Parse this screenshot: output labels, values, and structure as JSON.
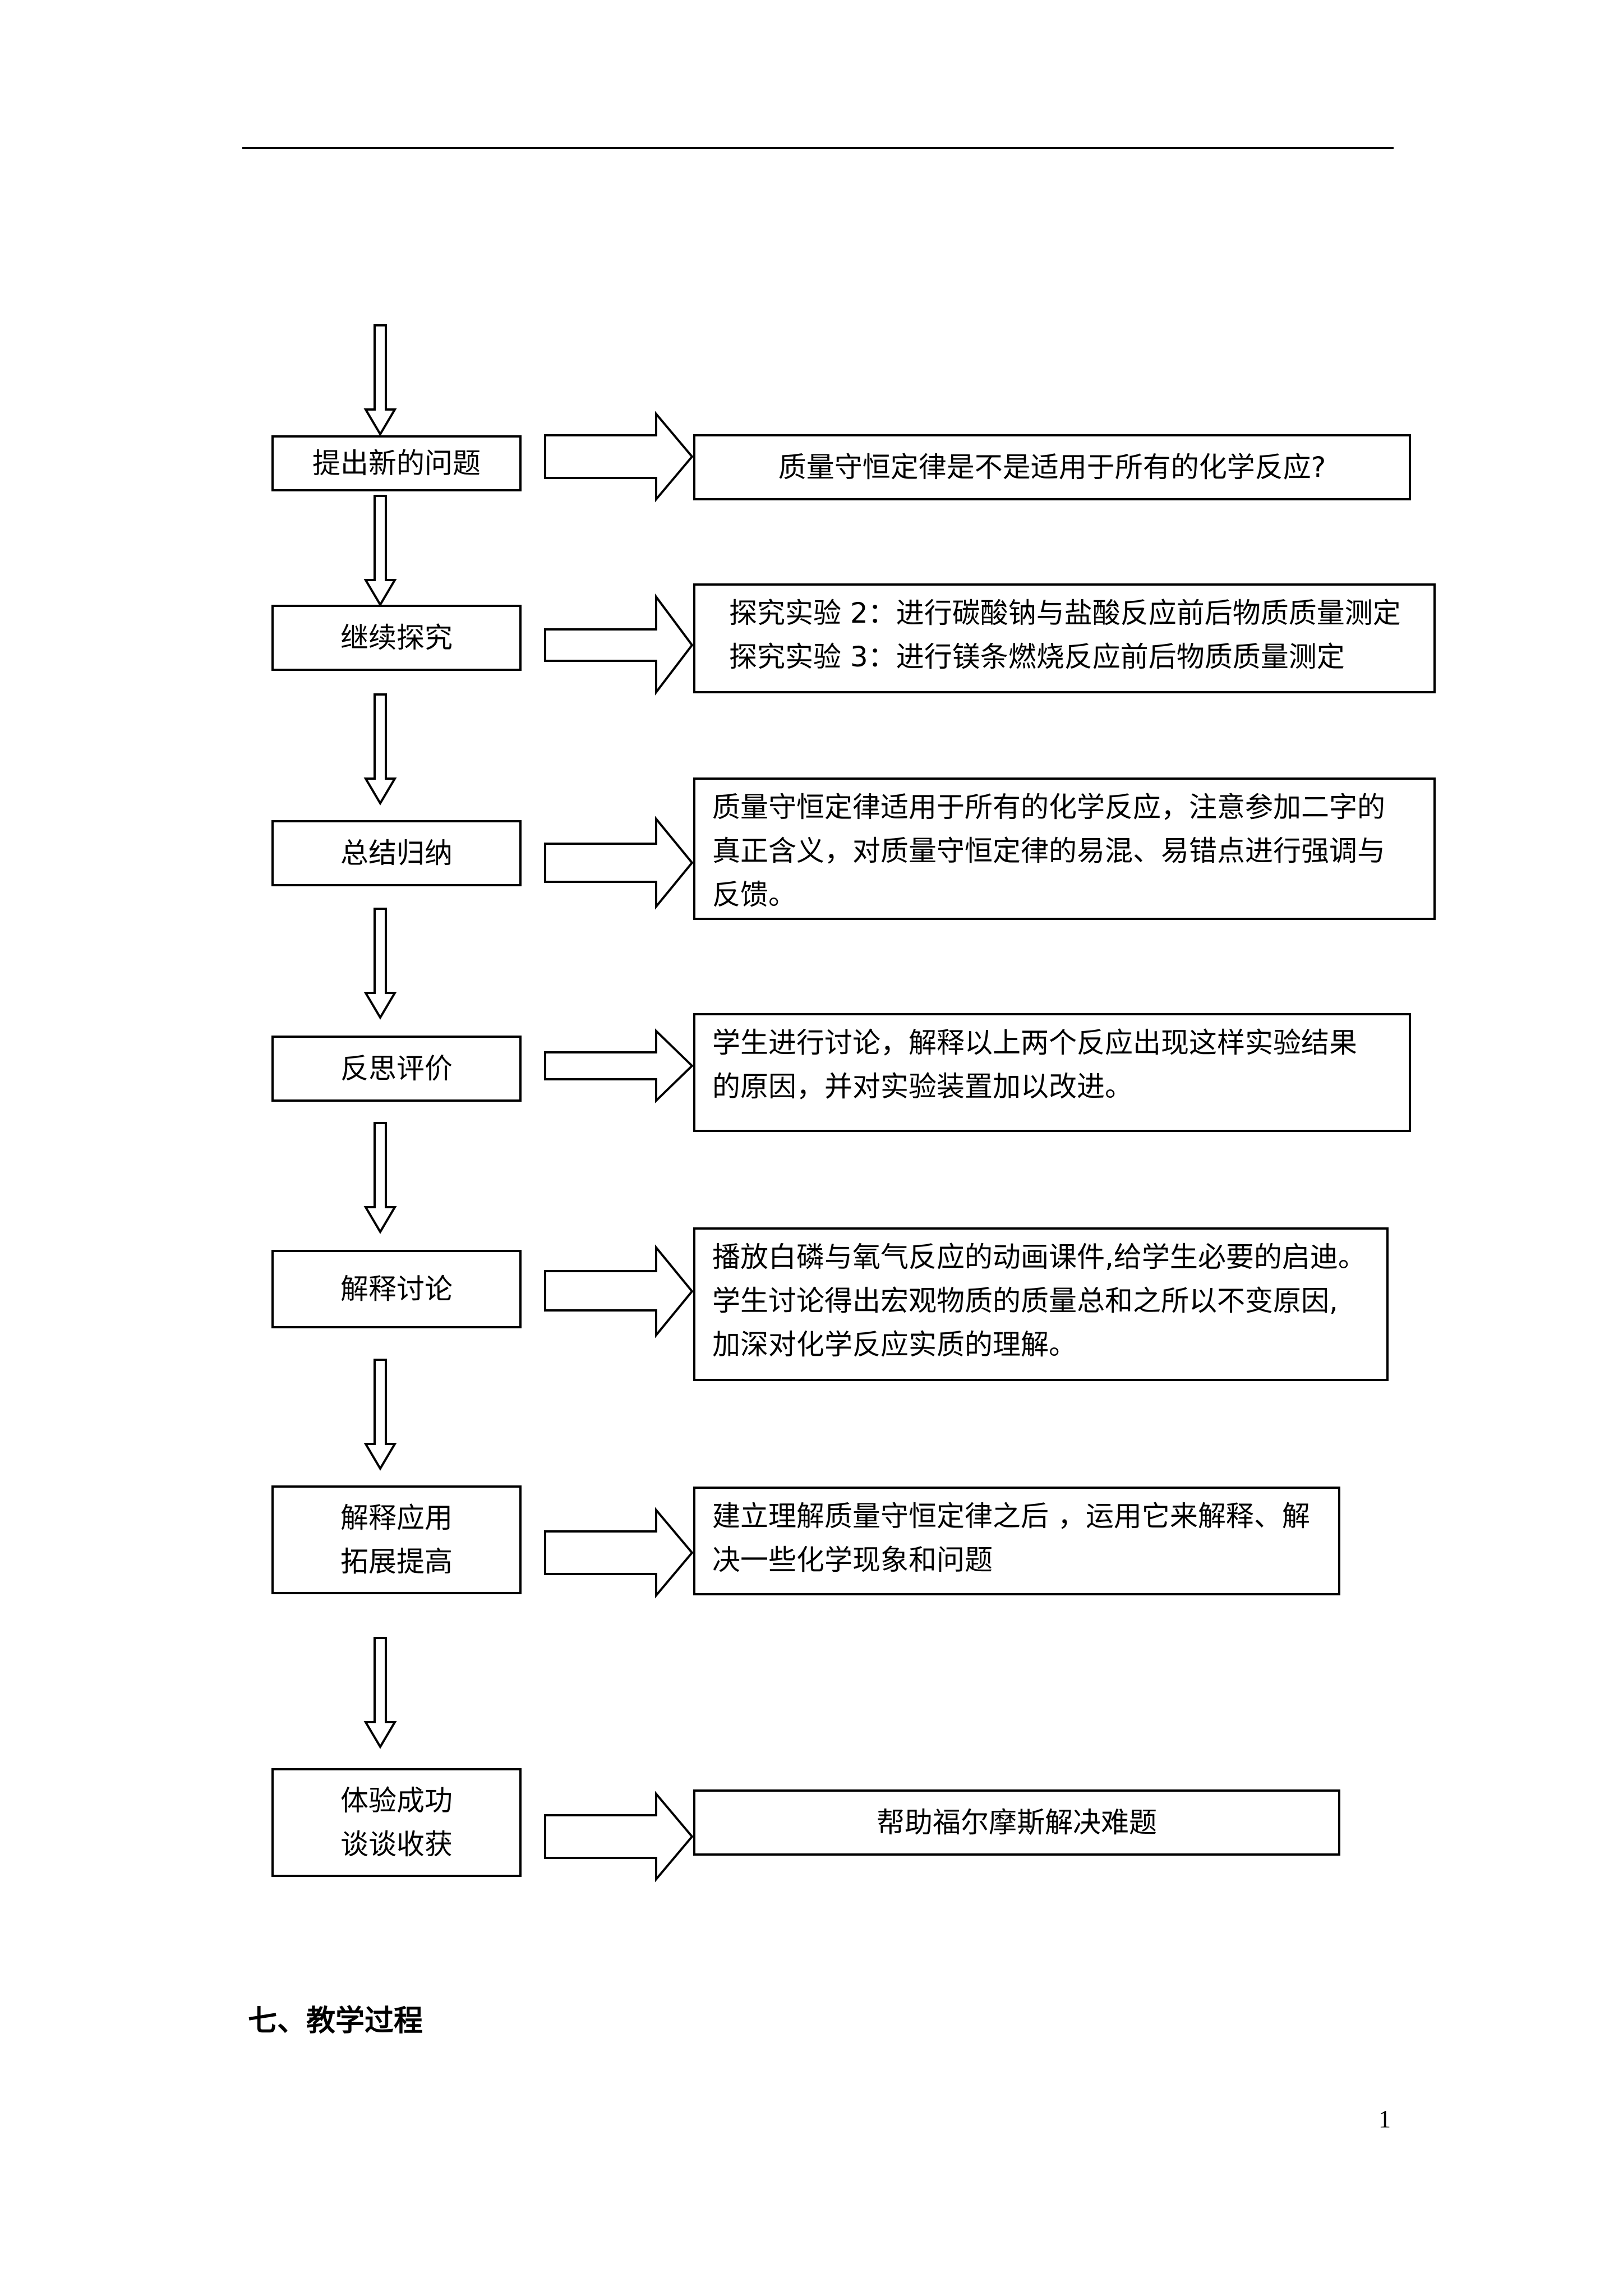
{
  "flow": [
    {
      "stage": [
        "提出新的问题"
      ],
      "detail": [
        "质量守恒定律是不是适用于所有的化学反应?"
      ]
    },
    {
      "stage": [
        "继续探究"
      ],
      "detail": [
        "探究实验 2：进行碳酸钠与盐酸反应前后物质质量测定",
        "探究实验 3：进行镁条燃烧反应前后物质质量测定"
      ]
    },
    {
      "stage": [
        "总结归纳"
      ],
      "detail": [
        "质量守恒定律适用于所有的化学反应，注意参加二字的",
        "真正含义，对质量守恒定律的易混、易错点进行强调与",
        "反馈。"
      ]
    },
    {
      "stage": [
        "反思评价"
      ],
      "detail": [
        "学生进行讨论，解释以上两个反应出现这样实验结果",
        "的原因，并对实验装置加以改进。"
      ]
    },
    {
      "stage": [
        "解释讨论"
      ],
      "detail": [
        "播放白磷与氧气反应的动画课件,给学生必要的启迪。",
        "学生讨论得出宏观物质的质量总和之所以不变原因,",
        "加深对化学反应实质的理解。"
      ]
    },
    {
      "stage": [
        "解释应用",
        "拓展提高"
      ],
      "detail": [
        "建立理解质量守恒定律之后 ，运用它来解释、解",
        "决一些化学现象和问题"
      ]
    },
    {
      "stage": [
        "体验成功",
        "谈谈收获"
      ],
      "detail": [
        "帮助福尔摩斯解决难题"
      ]
    }
  ],
  "section_heading": "七、教学过程",
  "page_number": "1"
}
